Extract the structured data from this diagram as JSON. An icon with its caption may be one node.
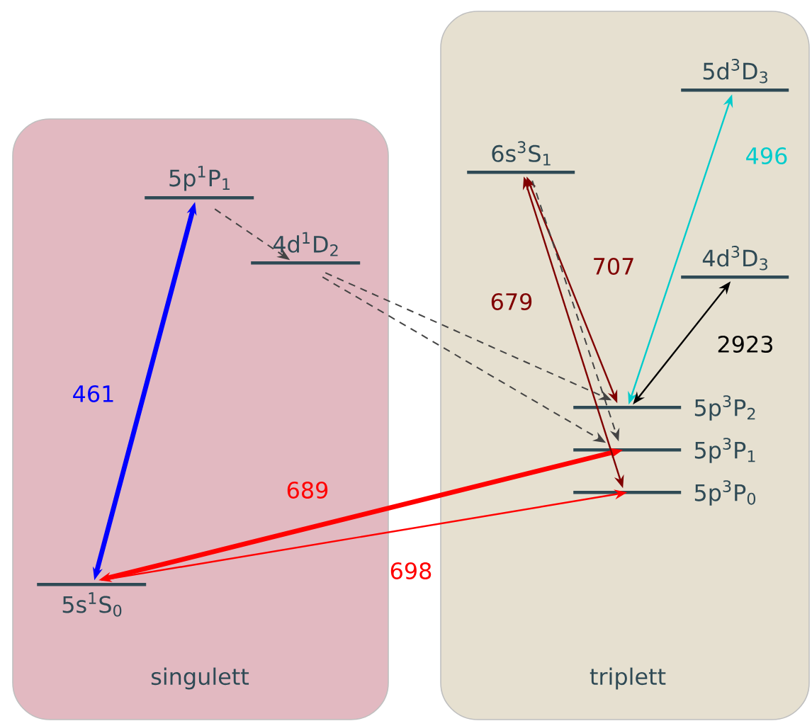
{
  "diagram": {
    "nodes": [
      {
        "text": [
          "singulett"
        ]
      },
      {
        "text": [
          "triplett"
        ]
      },
      {
        "text": [
          "5p$^{1}$P$_{1}$"
        ],
        "in": 0
      },
      {
        "text": [
          "4d$^{1}$D$_{2}$"
        ],
        "in": 0
      },
      {
        "text": [
          "5s$^{1}$S$_{0}$"
        ],
        "in": 0
      },
      {
        "text": [
          "6s$^{3}$S$_{1}$"
        ],
        "in": 1
      },
      {
        "text": [
          "5d$^{3}$D$_{3}$"
        ],
        "in": 1
      },
      {
        "text": [
          "4d$^{3}$D$_{3}$"
        ],
        "in": 1
      },
      {
        "text": [
          "5p$^{3}$P$_{2}$"
        ],
        "in": 1
      },
      {
        "text": [
          "5p$^{3}$P$_{1}$"
        ],
        "in": 1
      },
      {
        "text": [
          "5p$^{3}$P$_{0}$"
        ],
        "in": 1
      }
    ],
    "edges": [
      {
        "from": 4,
        "to": 2,
        "arrow": "both",
        "label": "461",
        "style": "thick",
        "color": "#0000ff"
      },
      {
        "from": 4,
        "to": 9,
        "arrow": "both",
        "label": "689",
        "style": "thick",
        "color": "#ff0000"
      },
      {
        "from": 4,
        "to": 10,
        "arrow": "to",
        "label": "698",
        "color": "#ff0000"
      },
      {
        "from": 5,
        "to": 10,
        "arrow": "both",
        "label": "679",
        "color": "#800000"
      },
      {
        "from": 5,
        "to": 8,
        "arrow": "both",
        "label": "707",
        "color": "#800000"
      },
      {
        "from": 8,
        "to": 6,
        "arrow": "both",
        "label": "496",
        "color": "#00cccc"
      },
      {
        "from": 8,
        "to": 7,
        "arrow": "both",
        "label": "2923",
        "color": "#000000"
      },
      {
        "from": 2,
        "to": 3,
        "arrow": "to",
        "style": "dashed"
      },
      {
        "from": 3,
        "to": 8,
        "arrow": "to",
        "style": "dashed"
      },
      {
        "from": 3,
        "to": 9,
        "arrow": "to",
        "style": "dashed"
      },
      {
        "from": 5,
        "to": 9,
        "arrow": "to",
        "style": "dashed"
      }
    ]
  }
}
